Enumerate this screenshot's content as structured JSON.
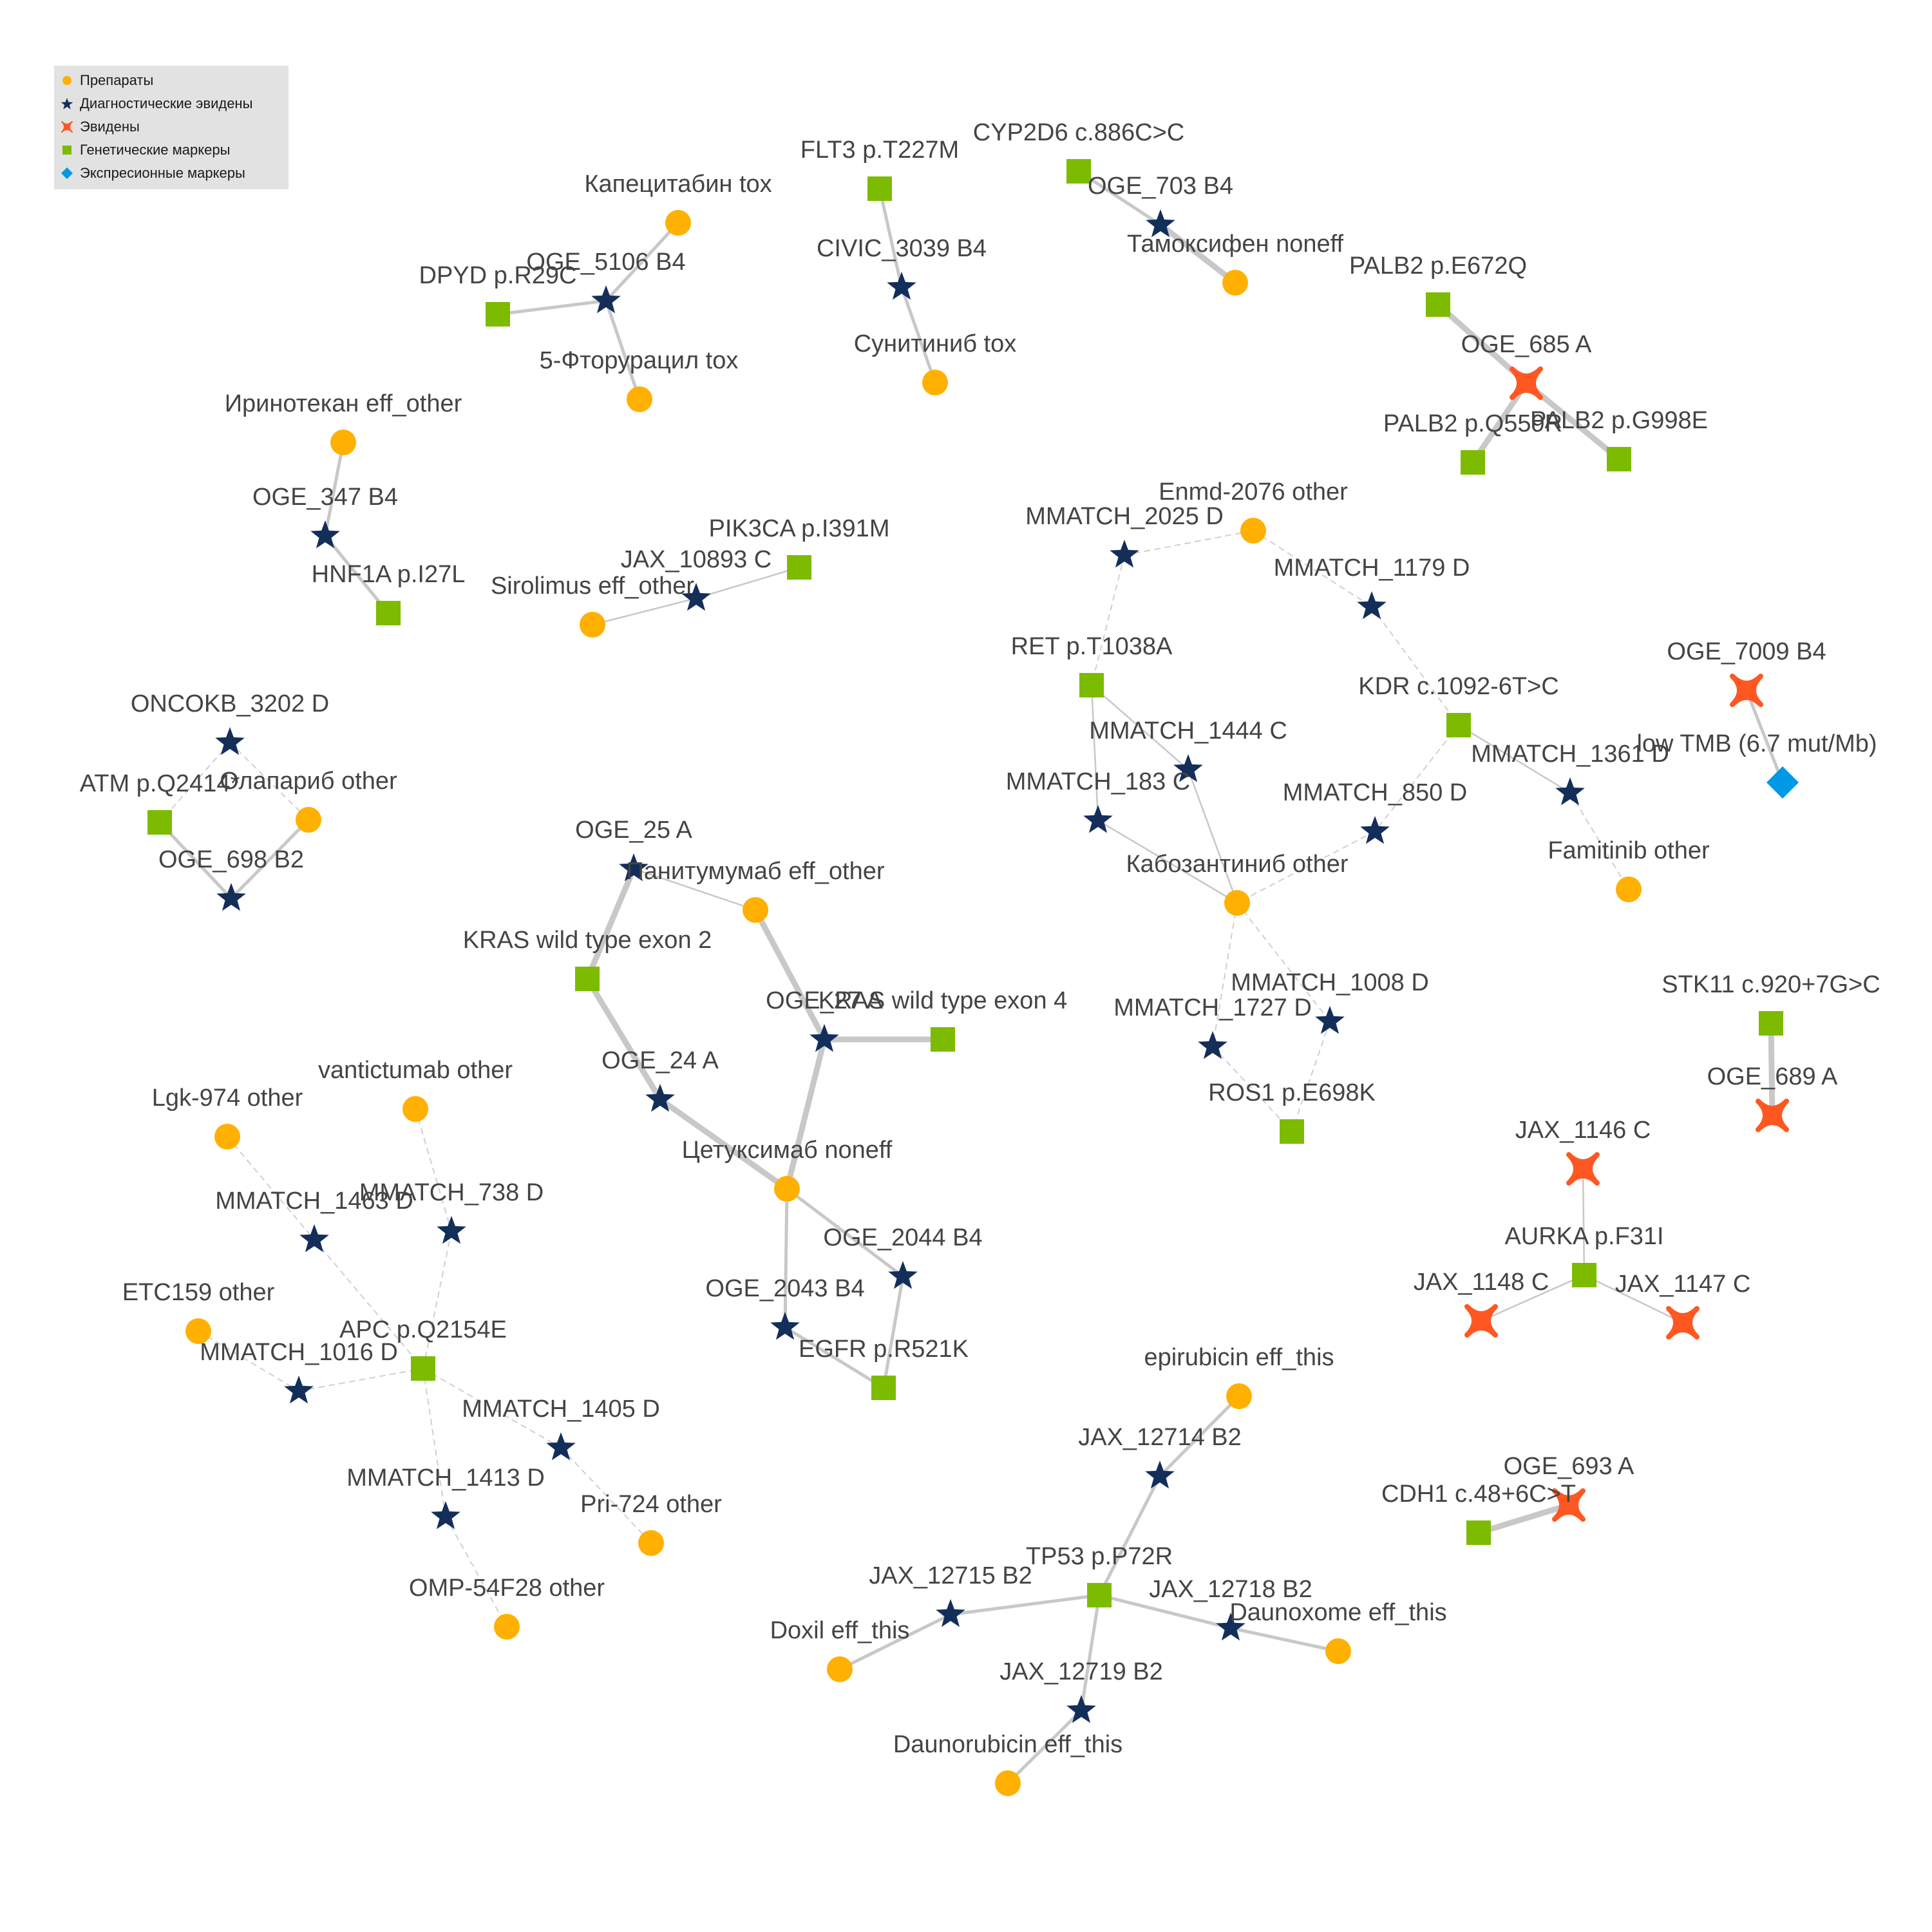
{
  "legend": {
    "items": [
      {
        "label": "Препараты",
        "shape": "circle",
        "color": "#FFB000",
        "icon": "circle-icon"
      },
      {
        "label": "Диагностические эвидены",
        "shape": "star",
        "color": "#142E5A",
        "icon": "star-icon"
      },
      {
        "label": "Эвидены",
        "shape": "star4",
        "color": "#FF5722",
        "icon": "four-point-star-icon"
      },
      {
        "label": "Генетические маркеры",
        "shape": "square",
        "color": "#7CBB00",
        "icon": "square-icon"
      },
      {
        "label": "Экспресионные маркеры",
        "shape": "diamond",
        "color": "#0099E5",
        "icon": "diamond-icon"
      }
    ]
  },
  "colors": {
    "drug": "#FFB000",
    "diag_evidence": "#142E5A",
    "evidence": "#FF5722",
    "genetic_marker": "#7CBB00",
    "expression_marker": "#0099E5",
    "edge": "#C8C8C8",
    "edge_dashed": "#D0D0D0",
    "label": "#444444"
  },
  "nodes": [
    {
      "id": "cap",
      "label": "Капецитабин tox",
      "type": "drug"
    },
    {
      "id": "oge5106",
      "label": "OGE_5106 B4",
      "type": "diag"
    },
    {
      "id": "dpyd",
      "label": "DPYD p.R29C",
      "type": "gene"
    },
    {
      "id": "fu",
      "label": "5-Фторурацил tox",
      "type": "drug"
    },
    {
      "id": "flt3",
      "label": "FLT3 p.T227M",
      "type": "gene"
    },
    {
      "id": "civic3039",
      "label": "CIVIC_3039 B4",
      "type": "diag"
    },
    {
      "id": "sun",
      "label": "Сунитиниб tox",
      "type": "drug"
    },
    {
      "id": "cyp",
      "label": "CYP2D6 c.886C>C",
      "type": "gene"
    },
    {
      "id": "oge703",
      "label": "OGE_703 B4",
      "type": "diag"
    },
    {
      "id": "tam",
      "label": "Тамоксифен noneff",
      "type": "drug"
    },
    {
      "id": "palb2e",
      "label": "PALB2 p.E672Q",
      "type": "gene"
    },
    {
      "id": "oge685",
      "label": "OGE_685 A",
      "type": "evid"
    },
    {
      "id": "palb2q",
      "label": "PALB2 p.Q559R",
      "type": "gene"
    },
    {
      "id": "palb2g",
      "label": "PALB2 p.G998E",
      "type": "gene"
    },
    {
      "id": "iri",
      "label": "Иринотекан eff_other",
      "type": "drug"
    },
    {
      "id": "oge347",
      "label": "OGE_347 B4",
      "type": "diag"
    },
    {
      "id": "hnf1a",
      "label": "HNF1A p.I27L",
      "type": "gene"
    },
    {
      "id": "pik3ca",
      "label": "PIK3CA p.I391M",
      "type": "gene"
    },
    {
      "id": "jax10893",
      "label": "JAX_10893 C",
      "type": "diag"
    },
    {
      "id": "siro",
      "label": "Sirolimus eff_other",
      "type": "drug"
    },
    {
      "id": "enmd",
      "label": "Enmd-2076 other",
      "type": "drug"
    },
    {
      "id": "mm2025",
      "label": "MMATCH_2025 D",
      "type": "diag"
    },
    {
      "id": "mm1179",
      "label": "MMATCH_1179 D",
      "type": "diag"
    },
    {
      "id": "ret",
      "label": "RET p.T1038A",
      "type": "gene"
    },
    {
      "id": "kdr",
      "label": "KDR c.1092-6T>C",
      "type": "gene"
    },
    {
      "id": "mm1444",
      "label": "MMATCH_1444 C",
      "type": "diag"
    },
    {
      "id": "mm183",
      "label": "MMATCH_183 C",
      "type": "diag"
    },
    {
      "id": "mm1361",
      "label": "MMATCH_1361 D",
      "type": "diag"
    },
    {
      "id": "mm850",
      "label": "MMATCH_850 D",
      "type": "diag"
    },
    {
      "id": "cabo",
      "label": "Кабозантиниб other",
      "type": "drug"
    },
    {
      "id": "fami",
      "label": "Famitinib other",
      "type": "drug"
    },
    {
      "id": "oge7009",
      "label": "OGE_7009 B4",
      "type": "evid"
    },
    {
      "id": "tmb",
      "label": "low TMB (6.7 mut/Mb)",
      "type": "expr"
    },
    {
      "id": "mm1008",
      "label": "MMATCH_1008 D",
      "type": "diag"
    },
    {
      "id": "mm1727",
      "label": "MMATCH_1727 D",
      "type": "diag"
    },
    {
      "id": "ros1",
      "label": "ROS1 p.E698K",
      "type": "gene"
    },
    {
      "id": "oncokb",
      "label": "ONCOKB_3202 D",
      "type": "diag"
    },
    {
      "id": "atm",
      "label": "ATM p.Q2414*",
      "type": "gene"
    },
    {
      "id": "ola",
      "label": "Олапариб other",
      "type": "drug"
    },
    {
      "id": "oge698",
      "label": "OGE_698 B2",
      "type": "diag"
    },
    {
      "id": "oge25",
      "label": "OGE_25 A",
      "type": "diag"
    },
    {
      "id": "pani",
      "label": "Панитумумаб eff_other",
      "type": "drug"
    },
    {
      "id": "kras2",
      "label": "KRAS wild type exon 2",
      "type": "gene"
    },
    {
      "id": "oge27",
      "label": "OGE_27 A",
      "type": "diag"
    },
    {
      "id": "kras4",
      "label": "KRAS wild type exon 4",
      "type": "gene"
    },
    {
      "id": "oge24",
      "label": "OGE_24 A",
      "type": "diag"
    },
    {
      "id": "cetu",
      "label": "Цетуксимаб noneff",
      "type": "drug"
    },
    {
      "id": "oge2044",
      "label": "OGE_2044 B4",
      "type": "diag"
    },
    {
      "id": "oge2043",
      "label": "OGE_2043 B4",
      "type": "diag"
    },
    {
      "id": "egfr",
      "label": "EGFR p.R521K",
      "type": "gene"
    },
    {
      "id": "stk11",
      "label": "STK11 c.920+7G>C",
      "type": "gene"
    },
    {
      "id": "oge689",
      "label": "OGE_689 A",
      "type": "evid"
    },
    {
      "id": "jax1146",
      "label": "JAX_1146 C",
      "type": "evid"
    },
    {
      "id": "aurka",
      "label": "AURKA p.F31I",
      "type": "gene"
    },
    {
      "id": "jax1148",
      "label": "JAX_1148 C",
      "type": "evid"
    },
    {
      "id": "jax1147",
      "label": "JAX_1147 C",
      "type": "evid"
    },
    {
      "id": "vant",
      "label": "vantictumab other",
      "type": "drug"
    },
    {
      "id": "lgk",
      "label": "Lgk-974 other",
      "type": "drug"
    },
    {
      "id": "mm1463",
      "label": "MMATCH_1463 D",
      "type": "diag"
    },
    {
      "id": "mm738",
      "label": "MMATCH_738 D",
      "type": "diag"
    },
    {
      "id": "etc",
      "label": "ETC159 other",
      "type": "drug"
    },
    {
      "id": "apc",
      "label": "APC p.Q2154E",
      "type": "gene"
    },
    {
      "id": "mm1016",
      "label": "MMATCH_1016 D",
      "type": "diag"
    },
    {
      "id": "mm1405",
      "label": "MMATCH_1405 D",
      "type": "diag"
    },
    {
      "id": "mm1413",
      "label": "MMATCH_1413 D",
      "type": "diag"
    },
    {
      "id": "pri",
      "label": "Pri-724 other",
      "type": "drug"
    },
    {
      "id": "omp",
      "label": "OMP-54F28 other",
      "type": "drug"
    },
    {
      "id": "epi",
      "label": "epirubicin eff_this",
      "type": "drug"
    },
    {
      "id": "jax12714",
      "label": "JAX_12714 B2",
      "type": "diag"
    },
    {
      "id": "cdh1",
      "label": "CDH1 c.48+6C>T",
      "type": "gene"
    },
    {
      "id": "oge693",
      "label": "OGE_693 A",
      "type": "evid"
    },
    {
      "id": "tp53",
      "label": "TP53 p.P72R",
      "type": "gene"
    },
    {
      "id": "jax12715",
      "label": "JAX_12715 B2",
      "type": "diag"
    },
    {
      "id": "jax12718",
      "label": "JAX_12718 B2",
      "type": "diag"
    },
    {
      "id": "doxil",
      "label": "Doxil eff_this",
      "type": "drug"
    },
    {
      "id": "dauno",
      "label": "Daunoxome eff_this",
      "type": "drug"
    },
    {
      "id": "jax12719",
      "label": "JAX_12719 B2",
      "type": "diag"
    },
    {
      "id": "daunor",
      "label": "Daunorubicin eff_this",
      "type": "drug"
    }
  ],
  "edges": [
    {
      "source": "cap",
      "target": "oge5106",
      "style": "solid",
      "weight": 2
    },
    {
      "source": "oge5106",
      "target": "dpyd",
      "style": "solid",
      "weight": 2
    },
    {
      "source": "oge5106",
      "target": "fu",
      "style": "solid",
      "weight": 2
    },
    {
      "source": "flt3",
      "target": "civic3039",
      "style": "solid",
      "weight": 2
    },
    {
      "source": "civic3039",
      "target": "sun",
      "style": "solid",
      "weight": 2
    },
    {
      "source": "cyp",
      "target": "oge703",
      "style": "solid",
      "weight": 2
    },
    {
      "source": "oge703",
      "target": "tam",
      "style": "solid",
      "weight": 3
    },
    {
      "source": "palb2e",
      "target": "oge685",
      "style": "solid",
      "weight": 3
    },
    {
      "source": "oge685",
      "target": "palb2q",
      "style": "solid",
      "weight": 3
    },
    {
      "source": "oge685",
      "target": "palb2g",
      "style": "solid",
      "weight": 3
    },
    {
      "source": "iri",
      "target": "oge347",
      "style": "solid",
      "weight": 2
    },
    {
      "source": "oge347",
      "target": "hnf1a",
      "style": "solid",
      "weight": 2
    },
    {
      "source": "pik3ca",
      "target": "jax10893",
      "style": "solid",
      "weight": 1
    },
    {
      "source": "jax10893",
      "target": "siro",
      "style": "solid",
      "weight": 1
    },
    {
      "source": "mm2025",
      "target": "enmd",
      "style": "dashed",
      "weight": 1
    },
    {
      "source": "enmd",
      "target": "mm1179",
      "style": "dashed",
      "weight": 1
    },
    {
      "source": "mm2025",
      "target": "ret",
      "style": "dashed",
      "weight": 1
    },
    {
      "source": "mm1179",
      "target": "kdr",
      "style": "dashed",
      "weight": 1
    },
    {
      "source": "ret",
      "target": "mm1444",
      "style": "solid",
      "weight": 1
    },
    {
      "source": "ret",
      "target": "mm183",
      "style": "solid",
      "weight": 1
    },
    {
      "source": "mm1444",
      "target": "cabo",
      "style": "solid",
      "weight": 1
    },
    {
      "source": "mm183",
      "target": "cabo",
      "style": "solid",
      "weight": 1
    },
    {
      "source": "kdr",
      "target": "mm850",
      "style": "dashed",
      "weight": 1
    },
    {
      "source": "kdr",
      "target": "mm1361",
      "style": "solid",
      "weight": 1
    },
    {
      "source": "mm850",
      "target": "cabo",
      "style": "dashed",
      "weight": 1
    },
    {
      "source": "mm1361",
      "target": "fami",
      "style": "dashed",
      "weight": 1
    },
    {
      "source": "oge7009",
      "target": "tmb",
      "style": "solid",
      "weight": 2
    },
    {
      "source": "cabo",
      "target": "mm1008",
      "style": "dashed",
      "weight": 1
    },
    {
      "source": "cabo",
      "target": "mm1727",
      "style": "dashed",
      "weight": 1
    },
    {
      "source": "mm1008",
      "target": "ros1",
      "style": "dashed",
      "weight": 1
    },
    {
      "source": "mm1727",
      "target": "ros1",
      "style": "dashed",
      "weight": 1
    },
    {
      "source": "oncokb",
      "target": "atm",
      "style": "dashed",
      "weight": 1
    },
    {
      "source": "oncokb",
      "target": "ola",
      "style": "dashed",
      "weight": 1
    },
    {
      "source": "atm",
      "target": "oge698",
      "style": "solid",
      "weight": 2
    },
    {
      "source": "oge698",
      "target": "ola",
      "style": "solid",
      "weight": 2
    },
    {
      "source": "oge25",
      "target": "pani",
      "style": "solid",
      "weight": 1
    },
    {
      "source": "oge25",
      "target": "kras2",
      "style": "solid",
      "weight": 3
    },
    {
      "source": "pani",
      "target": "oge27",
      "style": "solid",
      "weight": 3
    },
    {
      "source": "oge27",
      "target": "kras4",
      "style": "solid",
      "weight": 3
    },
    {
      "source": "kras2",
      "target": "oge24",
      "style": "solid",
      "weight": 3
    },
    {
      "source": "oge24",
      "target": "cetu",
      "style": "solid",
      "weight": 3
    },
    {
      "source": "oge27",
      "target": "cetu",
      "style": "solid",
      "weight": 3
    },
    {
      "source": "cetu",
      "target": "oge2044",
      "style": "solid",
      "weight": 2
    },
    {
      "source": "cetu",
      "target": "oge2043",
      "style": "solid",
      "weight": 2
    },
    {
      "source": "oge2044",
      "target": "egfr",
      "style": "solid",
      "weight": 2
    },
    {
      "source": "oge2043",
      "target": "egfr",
      "style": "solid",
      "weight": 2
    },
    {
      "source": "stk11",
      "target": "oge689",
      "style": "solid",
      "weight": 3
    },
    {
      "source": "jax1146",
      "target": "aurka",
      "style": "solid",
      "weight": 1
    },
    {
      "source": "aurka",
      "target": "jax1148",
      "style": "solid",
      "weight": 1
    },
    {
      "source": "aurka",
      "target": "jax1147",
      "style": "solid",
      "weight": 1
    },
    {
      "source": "vant",
      "target": "mm738",
      "style": "dashed",
      "weight": 1
    },
    {
      "source": "lgk",
      "target": "mm1463",
      "style": "dashed",
      "weight": 1
    },
    {
      "source": "mm738",
      "target": "apc",
      "style": "dashed",
      "weight": 1
    },
    {
      "source": "mm1463",
      "target": "apc",
      "style": "dashed",
      "weight": 1
    },
    {
      "source": "etc",
      "target": "mm1016",
      "style": "dashed",
      "weight": 1
    },
    {
      "source": "mm1016",
      "target": "apc",
      "style": "dashed",
      "weight": 1
    },
    {
      "source": "apc",
      "target": "mm1405",
      "style": "dashed",
      "weight": 1
    },
    {
      "source": "apc",
      "target": "mm1413",
      "style": "dashed",
      "weight": 1
    },
    {
      "source": "mm1405",
      "target": "pri",
      "style": "dashed",
      "weight": 1
    },
    {
      "source": "mm1413",
      "target": "omp",
      "style": "dashed",
      "weight": 1
    },
    {
      "source": "epi",
      "target": "jax12714",
      "style": "solid",
      "weight": 2
    },
    {
      "source": "jax12714",
      "target": "tp53",
      "style": "solid",
      "weight": 2
    },
    {
      "source": "cdh1",
      "target": "oge693",
      "style": "solid",
      "weight": 3
    },
    {
      "source": "tp53",
      "target": "jax12715",
      "style": "solid",
      "weight": 2
    },
    {
      "source": "tp53",
      "target": "jax12718",
      "style": "solid",
      "weight": 2
    },
    {
      "source": "tp53",
      "target": "jax12719",
      "style": "solid",
      "weight": 2
    },
    {
      "source": "jax12715",
      "target": "doxil",
      "style": "solid",
      "weight": 2
    },
    {
      "source": "jax12718",
      "target": "dauno",
      "style": "solid",
      "weight": 2
    },
    {
      "source": "jax12719",
      "target": "daunor",
      "style": "solid",
      "weight": 2
    }
  ]
}
